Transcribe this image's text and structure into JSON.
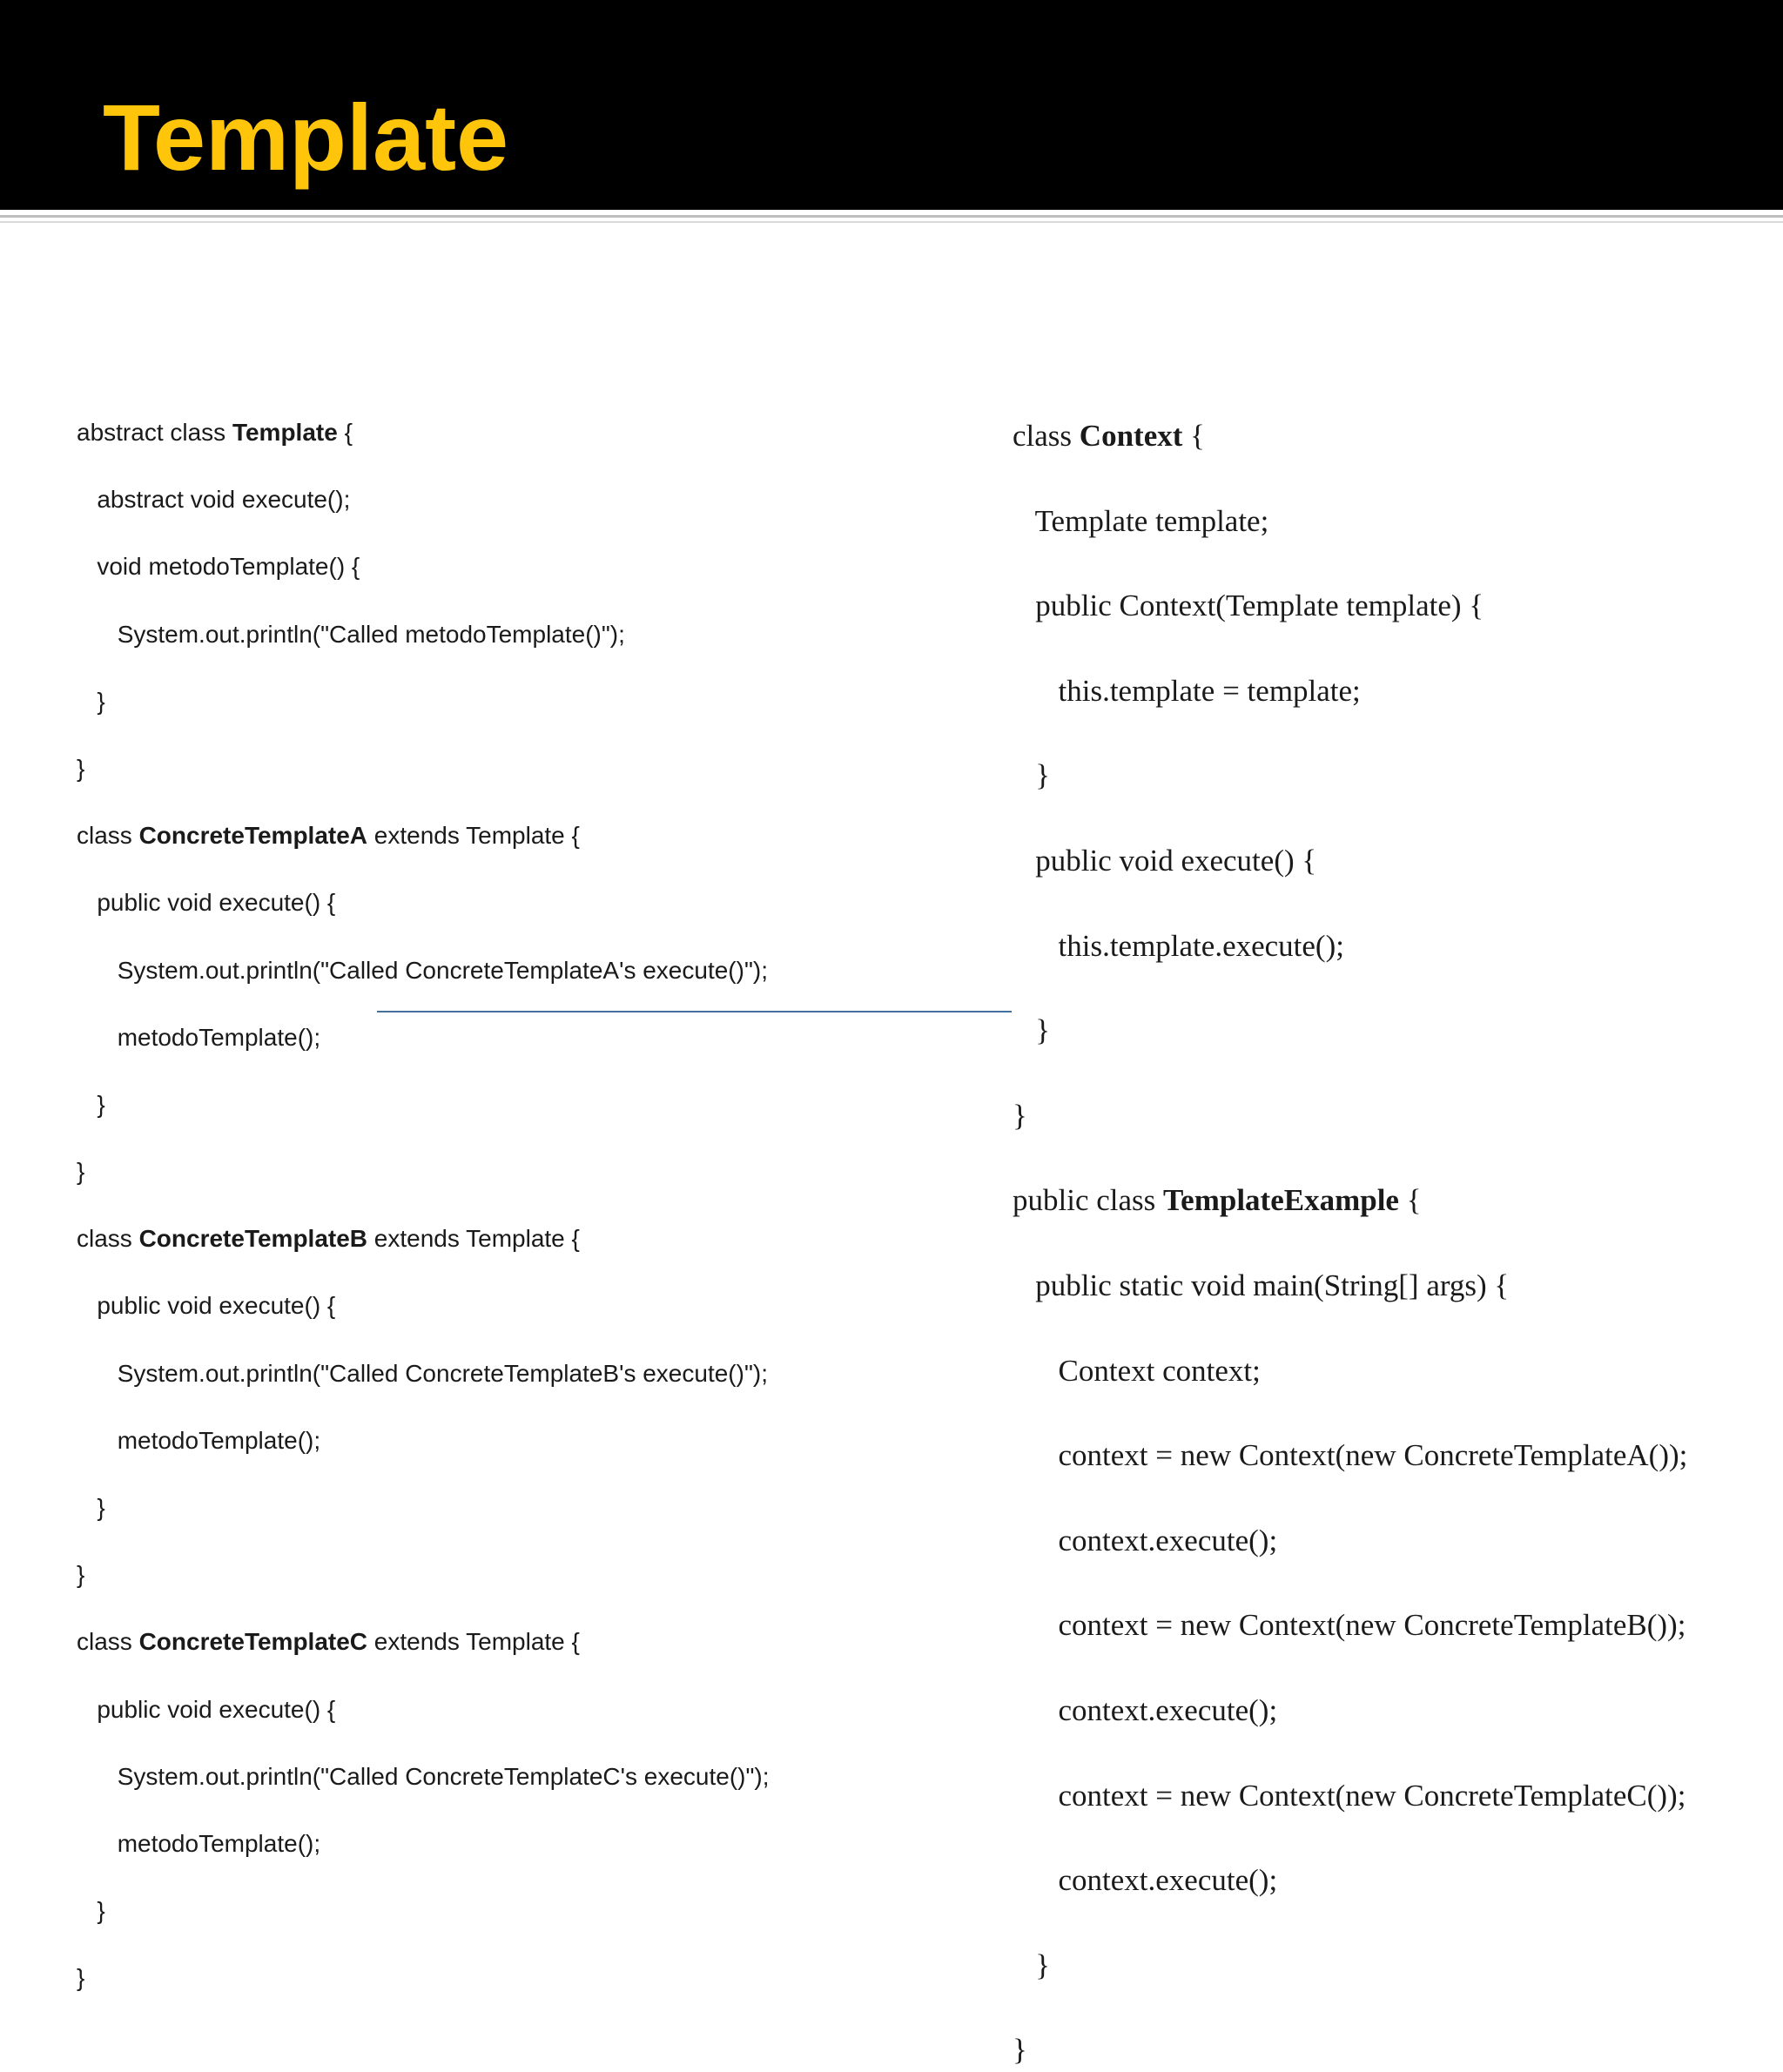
{
  "slide": {
    "title": "Template",
    "title_color": "#FFC50B",
    "header_background": "#000000",
    "body_background": "#FFFFFF",
    "accent_rule_color": "#44719E"
  },
  "left_code": {
    "language": "java",
    "lines": [
      {
        "indent": 0,
        "parts": [
          {
            "t": "abstract class ",
            "b": false
          },
          {
            "t": "Template",
            "b": true
          },
          {
            "t": " {",
            "b": false
          }
        ]
      },
      {
        "indent": 1,
        "parts": [
          {
            "t": "abstract void execute();",
            "b": false
          }
        ]
      },
      {
        "indent": 1,
        "parts": [
          {
            "t": "void metodoTemplate() {",
            "b": false
          }
        ]
      },
      {
        "indent": 2,
        "parts": [
          {
            "t": "System.out.println(\"Called metodoTemplate()\");",
            "b": false
          }
        ]
      },
      {
        "indent": 1,
        "parts": [
          {
            "t": "}",
            "b": false
          }
        ]
      },
      {
        "indent": 0,
        "parts": [
          {
            "t": "}",
            "b": false
          }
        ]
      },
      {
        "indent": 0,
        "parts": [
          {
            "t": "class ",
            "b": false
          },
          {
            "t": "ConcreteTemplateA",
            "b": true
          },
          {
            "t": " extends Template {",
            "b": false
          }
        ]
      },
      {
        "indent": 1,
        "parts": [
          {
            "t": "public void execute() {",
            "b": false
          }
        ]
      },
      {
        "indent": 2,
        "parts": [
          {
            "t": "System.out.println(\"Called ConcreteTemplateA's execute()\");",
            "b": false
          }
        ]
      },
      {
        "indent": 2,
        "parts": [
          {
            "t": "metodoTemplate();",
            "b": false
          }
        ]
      },
      {
        "indent": 1,
        "parts": [
          {
            "t": "}",
            "b": false
          }
        ]
      },
      {
        "indent": 0,
        "parts": [
          {
            "t": "}",
            "b": false
          }
        ]
      },
      {
        "indent": 0,
        "parts": [
          {
            "t": "class ",
            "b": false
          },
          {
            "t": "ConcreteTemplateB",
            "b": true
          },
          {
            "t": " extends Template {",
            "b": false
          }
        ]
      },
      {
        "indent": 1,
        "parts": [
          {
            "t": "public void execute() {",
            "b": false
          }
        ]
      },
      {
        "indent": 2,
        "parts": [
          {
            "t": "System.out.println(\"Called ConcreteTemplateB's execute()\");",
            "b": false
          }
        ]
      },
      {
        "indent": 2,
        "parts": [
          {
            "t": "metodoTemplate();",
            "b": false
          }
        ]
      },
      {
        "indent": 1,
        "parts": [
          {
            "t": "}",
            "b": false
          }
        ]
      },
      {
        "indent": 0,
        "parts": [
          {
            "t": "}",
            "b": false
          }
        ]
      },
      {
        "indent": 0,
        "parts": [
          {
            "t": "class ",
            "b": false
          },
          {
            "t": "ConcreteTemplateC",
            "b": true
          },
          {
            "t": " extends Template {",
            "b": false
          }
        ]
      },
      {
        "indent": 1,
        "parts": [
          {
            "t": "public void execute() {",
            "b": false
          }
        ]
      },
      {
        "indent": 2,
        "parts": [
          {
            "t": "System.out.println(\"Called ConcreteTemplateC's execute()\");",
            "b": false
          }
        ]
      },
      {
        "indent": 2,
        "parts": [
          {
            "t": "metodoTemplate();",
            "b": false
          }
        ]
      },
      {
        "indent": 1,
        "parts": [
          {
            "t": "}",
            "b": false
          }
        ]
      },
      {
        "indent": 0,
        "parts": [
          {
            "t": "}",
            "b": false
          }
        ]
      }
    ]
  },
  "right_code": {
    "language": "java",
    "lines": [
      {
        "indent": 0,
        "parts": [
          {
            "t": "class ",
            "b": false
          },
          {
            "t": "Context",
            "b": true
          },
          {
            "t": " {",
            "b": false
          }
        ]
      },
      {
        "indent": 1,
        "parts": [
          {
            "t": "Template template;",
            "b": false
          }
        ]
      },
      {
        "indent": 1,
        "parts": [
          {
            "t": "public Context(Template template) {",
            "b": false
          }
        ]
      },
      {
        "indent": 2,
        "parts": [
          {
            "t": "this.template = template;",
            "b": false
          }
        ]
      },
      {
        "indent": 1,
        "parts": [
          {
            "t": "}",
            "b": false
          }
        ]
      },
      {
        "indent": 1,
        "parts": [
          {
            "t": "public void execute() {",
            "b": false
          }
        ]
      },
      {
        "indent": 2,
        "parts": [
          {
            "t": "this.template.execute();",
            "b": false
          }
        ]
      },
      {
        "indent": 1,
        "parts": [
          {
            "t": "}",
            "b": false
          }
        ]
      },
      {
        "indent": 0,
        "parts": [
          {
            "t": "}",
            "b": false
          }
        ]
      },
      {
        "indent": 0,
        "parts": [
          {
            "t": "public class ",
            "b": false
          },
          {
            "t": "TemplateExample",
            "b": true
          },
          {
            "t": " {",
            "b": false
          }
        ]
      },
      {
        "indent": 1,
        "parts": [
          {
            "t": "public static void main(String[] args) {",
            "b": false
          }
        ]
      },
      {
        "indent": 2,
        "parts": [
          {
            "t": "Context context;",
            "b": false
          }
        ]
      },
      {
        "indent": 2,
        "parts": [
          {
            "t": "context = new Context(new ConcreteTemplateA());",
            "b": false
          }
        ]
      },
      {
        "indent": 2,
        "parts": [
          {
            "t": "context.execute();",
            "b": false
          }
        ]
      },
      {
        "indent": 2,
        "parts": [
          {
            "t": "context = new Context(new ConcreteTemplateB());",
            "b": false
          }
        ]
      },
      {
        "indent": 2,
        "parts": [
          {
            "t": "context.execute();",
            "b": false
          }
        ]
      },
      {
        "indent": 2,
        "parts": [
          {
            "t": "context = new Context(new ConcreteTemplateC());",
            "b": false
          }
        ]
      },
      {
        "indent": 2,
        "parts": [
          {
            "t": "context.execute();",
            "b": false
          }
        ]
      },
      {
        "indent": 1,
        "parts": [
          {
            "t": "}",
            "b": false
          }
        ]
      },
      {
        "indent": 0,
        "parts": [
          {
            "t": "}",
            "b": false
          }
        ]
      }
    ]
  }
}
